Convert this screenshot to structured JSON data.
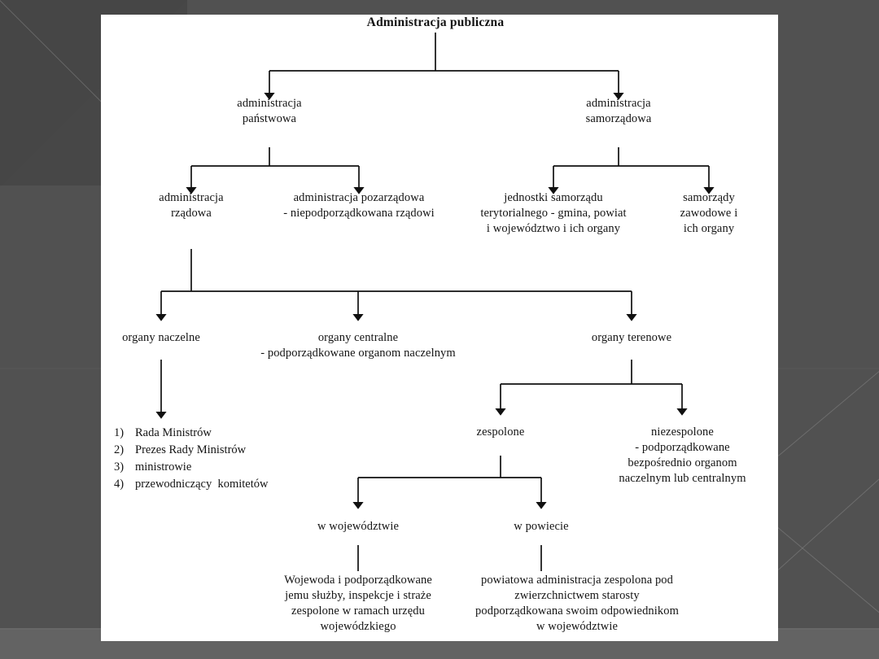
{
  "slide": {
    "background_color": "#515151",
    "panel_color": "#ffffff"
  },
  "diagram": {
    "type": "hierarchy-tree",
    "line_color": "#101010",
    "text_color": "#141414",
    "title": "Administracja publiczna",
    "nodes": {
      "root": "Administracja publiczna",
      "panstwowa": "administracja\npaństwowa",
      "samorzadowa": "administracja\nsamorządowa",
      "rzadowa": "administracja\nrządowa",
      "pozarzadowa": "administracja pozarządowa\n- niepodporządkowana rządowi",
      "jednostki": "jednostki samorządu\nterytorialnego - gmina, powiat\ni województwo i ich organy",
      "zawodowe": "samorządy\nzawodowe i\nich organy",
      "naczelne": "organy naczelne",
      "centralne": "organy centralne\n- podporządkowane organom naczelnym",
      "terenowe": "organy terenowe",
      "zespolone": "zespolone",
      "niezespolone": "niezespolone\n- podporządkowane\nbezpośrednio organom\nnaczelnym lub centralnym",
      "w_wojewodztwie": "w województwie",
      "w_powiecie": "w powiecie",
      "wojewoda_block": "Wojewoda i podporządkowane\njemu służby, inspekcje i straże\nzespolone w ramach    urzędu\nwojewódzkiego",
      "powiatowa_block": "powiatowa administracja zespolona pod\nzwierzchnictwem starosty\npodporządkowana swoim odpowiednikom\nw województwie"
    },
    "naczelne_list": [
      {
        "num": "1)",
        "text": "Rada Ministrów"
      },
      {
        "num": "2)",
        "text": "Prezes Rady Ministrów"
      },
      {
        "num": "3)",
        "text": "ministrowie"
      },
      {
        "num": "4)",
        "text": "przewodniczący  komitetów"
      }
    ]
  }
}
